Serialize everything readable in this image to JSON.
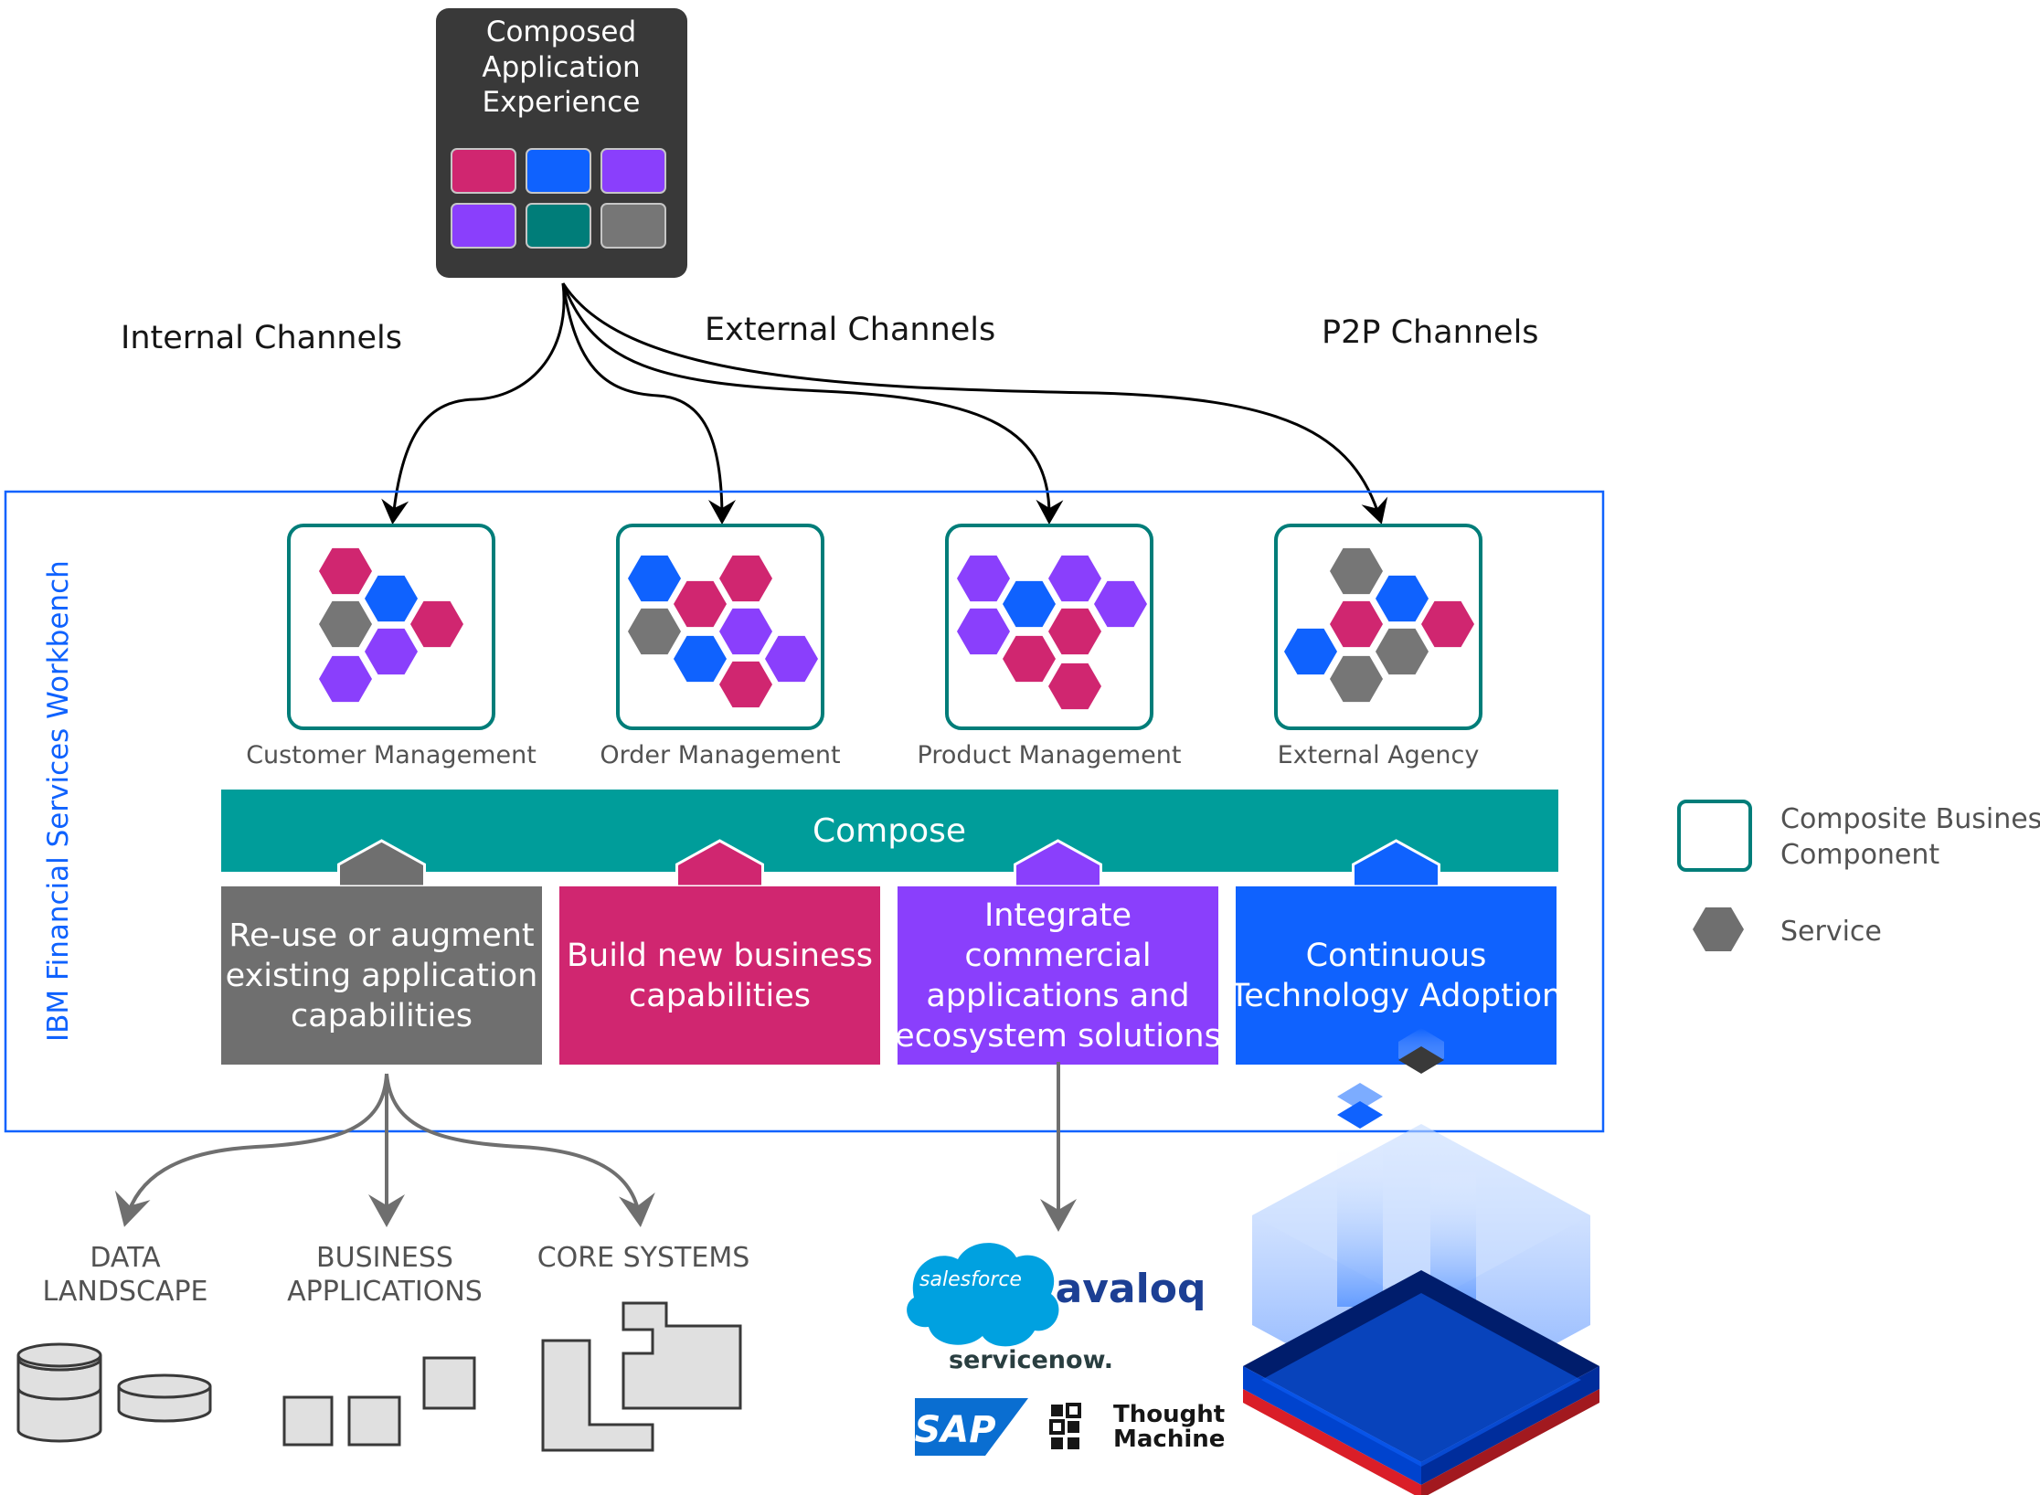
{
  "composed": {
    "title_lines": [
      "Composed",
      "Application",
      "Experience"
    ],
    "tile_colors": [
      "#d02670",
      "#0f62fe",
      "#8a3ffc",
      "#8a3ffc",
      "#007d79",
      "#767676"
    ]
  },
  "channels": {
    "internal": "Internal Channels",
    "external": "External Channels",
    "p2p": "P2P Channels"
  },
  "workbench": {
    "label": "IBM Financial Services Workbench",
    "border_color": "#0f62fe"
  },
  "components": [
    {
      "label": "Customer Management"
    },
    {
      "label": "Order Management"
    },
    {
      "label": "Product Management"
    },
    {
      "label": "External Agency"
    }
  ],
  "compose": {
    "label": "Compose",
    "color": "#009d9a"
  },
  "capabilities": [
    {
      "lines": [
        "Re-use or augment",
        "existing application",
        "capabilities"
      ],
      "color": "#6f6f6f"
    },
    {
      "lines": [
        "Build new business",
        "capabilities"
      ],
      "color": "#d02670"
    },
    {
      "lines": [
        "Integrate",
        "commercial",
        "applications and",
        "ecosystem solutions"
      ],
      "color": "#8a3ffc"
    },
    {
      "lines": [
        "Continuous",
        "Technology Adoption"
      ],
      "color": "#0f62fe"
    }
  ],
  "systems": [
    {
      "lines": [
        "DATA",
        "LANDSCAPE"
      ]
    },
    {
      "lines": [
        "BUSINESS",
        "APPLICATIONS"
      ]
    },
    {
      "lines": [
        "CORE SYSTEMS"
      ]
    }
  ],
  "logos": {
    "salesforce": "salesforce",
    "avaloq": "avaloq",
    "servicenow": "servicenow.",
    "sap": "SAP",
    "thought_machine": [
      "Thought",
      "Machine"
    ]
  },
  "legend": {
    "composite": [
      "Composite Business",
      "Component"
    ],
    "service": "Service"
  },
  "colors": {
    "magenta": "#d02670",
    "blue": "#0f62fe",
    "purple": "#8a3ffc",
    "gray": "#767676",
    "teal": "#007d79",
    "teal_bar": "#009d9a",
    "dark": "#393939"
  }
}
